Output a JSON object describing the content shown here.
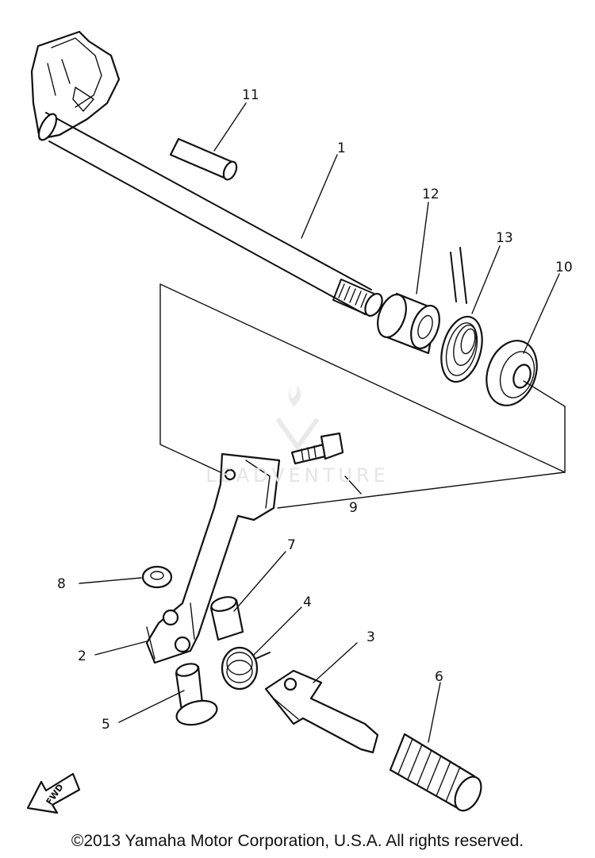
{
  "diagram": {
    "callouts": [
      "11",
      "1",
      "12",
      "13",
      "10",
      "9",
      "7",
      "8",
      "4",
      "3",
      "2",
      "5",
      "6"
    ],
    "fwd_marker": "FWD",
    "watermark": "LEADVENTURE"
  },
  "footer": {
    "copyright": "©2013 Yamaha Motor Corporation, U.S.A. All rights reserved."
  }
}
